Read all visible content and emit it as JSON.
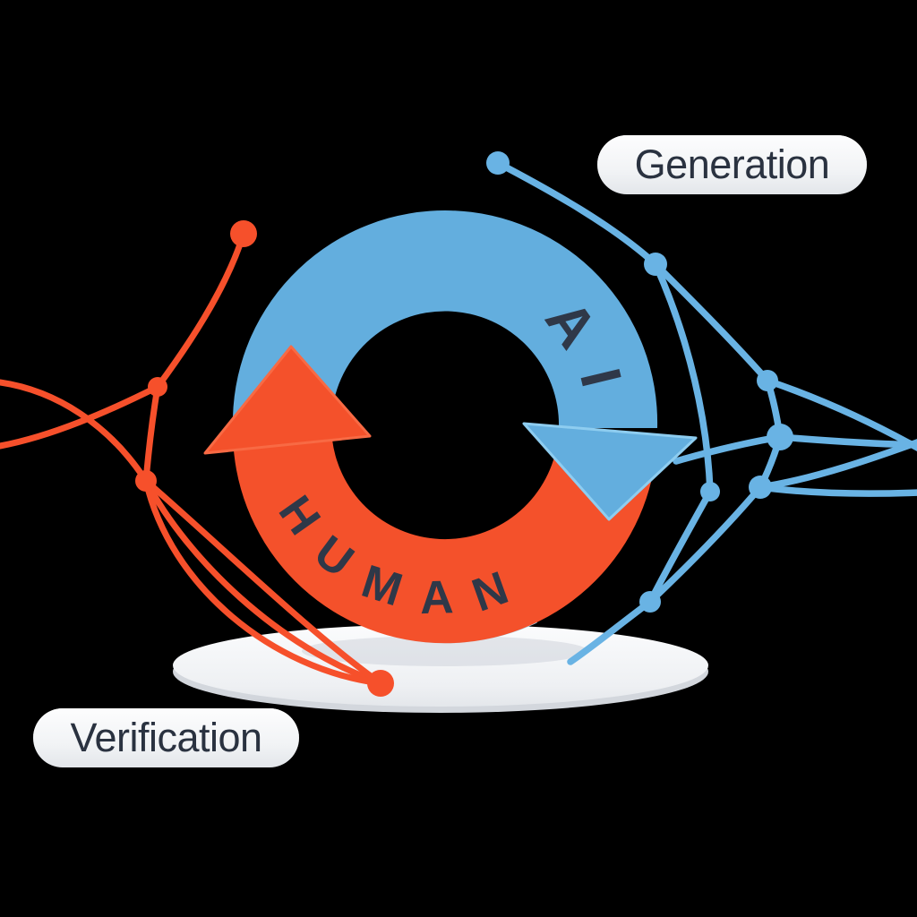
{
  "diagram": {
    "cycle": {
      "ai_label": "AI",
      "human_label": "HUMAN"
    },
    "callouts": {
      "generation": "Generation",
      "verification": "Verification"
    },
    "colors": {
      "background": "#000000",
      "ai_blue": "#63aede",
      "human_orange": "#f4512b",
      "ring_text_navy": "#2f3848",
      "network_blue": "#69b3e4",
      "network_orange": "#f6502b",
      "platform_top": "#f2f4f7",
      "platform_rim": "#d3d7dd",
      "pill_bg": "#f3f4f6",
      "pill_text": "#2a3240"
    }
  }
}
